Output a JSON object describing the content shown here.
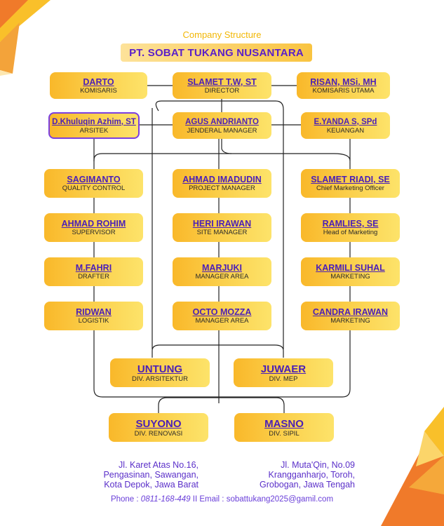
{
  "header": {
    "subtitle": "Company Structure",
    "company": "PT. SOBAT TUKANG NUSANTARA"
  },
  "org": {
    "darto": {
      "name": "DARTO",
      "role": "KOMISARIS"
    },
    "slamet_tw": {
      "name": "SLAMET T.W, ST",
      "role": "DIRECTOR"
    },
    "risan": {
      "name": "RISAN, MSi. MH",
      "role": "KOMISARIS UTAMA"
    },
    "khuluqin": {
      "name": "D.Khuluqin Azhim, ST",
      "role": "ARSITEK"
    },
    "agus": {
      "name": "AGUS ANDRIANTO",
      "role": "JENDERAL MANAGER"
    },
    "eyanda": {
      "name": "E.YANDA S, SPd",
      "role": "KEUANGAN"
    },
    "sagimanto": {
      "name": "SAGIMANTO",
      "role": "QUALITY CONTROL"
    },
    "ahmad_imadudin": {
      "name": "AHMAD IMADUDIN",
      "role": "PROJECT MANAGER"
    },
    "slamet_riadi": {
      "name": "SLAMET RIADI, SE",
      "role": "Chief Marketing Officer"
    },
    "ahmad_rohim": {
      "name": "AHMAD ROHIM",
      "role": "SUPERVISOR"
    },
    "heri": {
      "name": "HERI IRAWAN",
      "role": "SITE MANAGER"
    },
    "ramlies": {
      "name": "RAMLIES, SE",
      "role": "Head of Marketing"
    },
    "mfahri": {
      "name": "M.FAHRI",
      "role": "DRAFTER"
    },
    "marjuki": {
      "name": "MARJUKI",
      "role": "MANAGER AREA"
    },
    "karmili": {
      "name": "KARMILI SUHAL",
      "role": "MARKETING"
    },
    "ridwan": {
      "name": "RIDWAN",
      "role": "LOGISTIK"
    },
    "octo": {
      "name": "OCTO MOZZA",
      "role": "MANAGER AREA"
    },
    "candra": {
      "name": "CANDRA IRAWAN",
      "role": "MARKETING"
    },
    "untung": {
      "name": "UNTUNG",
      "role": "DIV. ARSITEKTUR"
    },
    "juwaer": {
      "name": "JUWAER",
      "role": "DIV. MEP"
    },
    "suyono": {
      "name": "SUYONO",
      "role": "DIV. RENOVASI"
    },
    "masno": {
      "name": "MASNO",
      "role": "DIV. SIPIL"
    }
  },
  "footer": {
    "addr_left": [
      "Jl. Karet Atas No.16,",
      "Pengasinan, Sawangan,",
      "Kota Depok, Jawa Barat"
    ],
    "addr_right": [
      "Jl. Muta'Qin, No.09",
      "Krangganharjo, Toroh,",
      "Grobogan, Jawa Tengah"
    ],
    "phone_label": "Phone :",
    "phone": "0811-168-449",
    "separator": "II",
    "email_label": "Email :",
    "email": "sobattukang2025@gamil.com"
  },
  "colors": {
    "accent": "#4a1fb8",
    "box_start": "#f9b82a",
    "box_end": "#fde36a",
    "corner_orange": "#f07a2a",
    "corner_yellow": "#f9c02a"
  }
}
